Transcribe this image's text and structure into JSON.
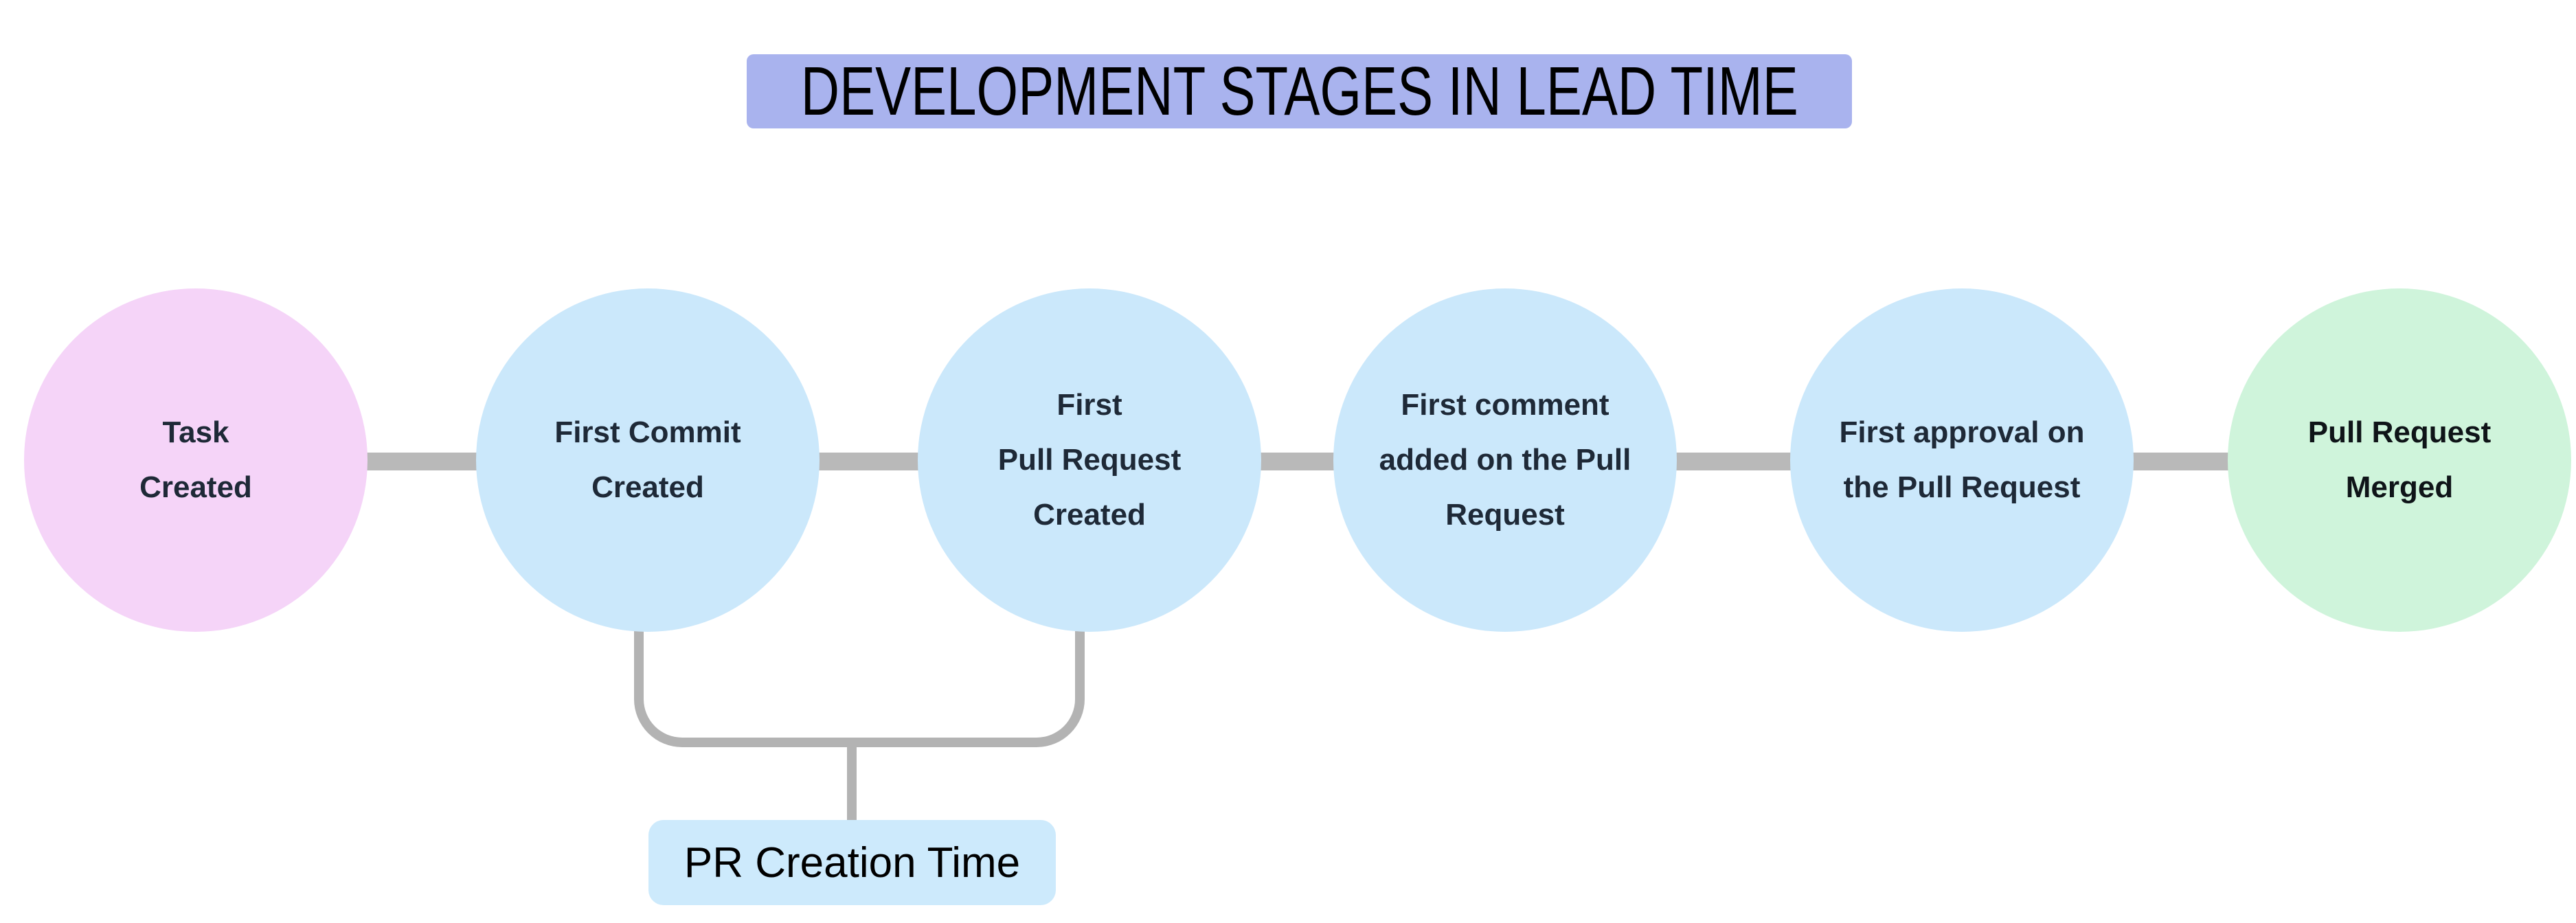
{
  "title": {
    "text": "DEVELOPMENT STAGES IN LEAD TIME",
    "bg": "#a9b3ee",
    "text_color": "#000000"
  },
  "stages": [
    {
      "label": "Task\nCreated",
      "bg": "#f5d4f8",
      "text_color": "#1e2937"
    },
    {
      "label": "First Commit\nCreated",
      "bg": "#cbe8fb",
      "text_color": "#1e2937"
    },
    {
      "label": "First\nPull Request\nCreated",
      "bg": "#cbe8fb",
      "text_color": "#1e2937"
    },
    {
      "label": "First comment\nadded on the Pull\nRequest",
      "bg": "#cbe8fb",
      "text_color": "#1e2937"
    },
    {
      "label": "First approval on\nthe Pull Request",
      "bg": "#cbe8fb",
      "text_color": "#1e2937"
    },
    {
      "label": "Pull Request\nMerged",
      "bg": "#cff4db",
      "text_color": "#0f1418"
    }
  ],
  "annotation": {
    "label": "PR Creation Time",
    "bg": "#cdeafc",
    "text_color": "#000000"
  },
  "colors": {
    "connector": "#b9b9b9",
    "bracket": "#b3b3b3",
    "page_bg": "#ffffff"
  }
}
